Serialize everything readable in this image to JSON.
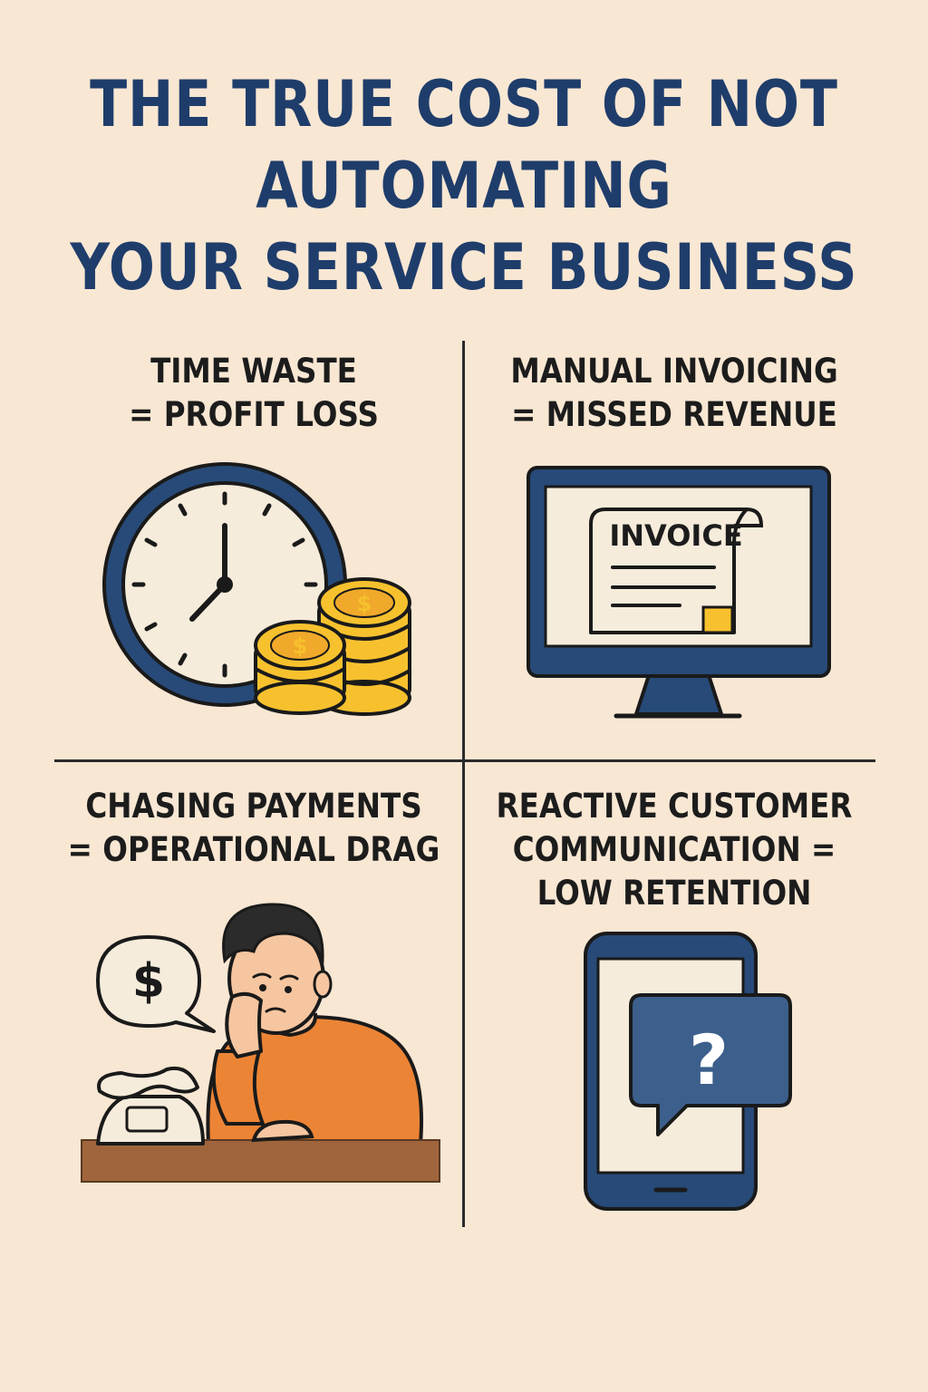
{
  "title": {
    "line1": "THE TRUE COST OF NOT",
    "line2": "AUTOMATING",
    "line3": "YOUR SERVICE BUSINESS"
  },
  "panels": {
    "time_waste": {
      "line1": "TIME WASTE",
      "line2": "= PROFIT LOSS",
      "icon": "clock-and-coins-icon"
    },
    "manual_invoicing": {
      "line1": "MANUAL INVOICING",
      "line2": "= MISSED REVENUE",
      "icon": "monitor-invoice-icon",
      "invoice_label": "INVOICE"
    },
    "chasing_payments": {
      "line1": "CHASING PAYMENTS",
      "line2": "= OPERATIONAL DRAG",
      "icon": "stressed-person-phone-icon",
      "bubble_symbol": "$"
    },
    "reactive_communication": {
      "line1": "REACTIVE CUSTOMER",
      "line2": "COMMUNICATION =",
      "line3": "LOW RETENTION",
      "icon": "phone-question-icon",
      "bubble_symbol": "?"
    }
  },
  "colors": {
    "background": "#f8e7d3",
    "title": "#1f3d6b",
    "navy": "#274a78",
    "gold": "#f7c12e",
    "orange": "#ec8435",
    "desk": "#a0653c"
  }
}
